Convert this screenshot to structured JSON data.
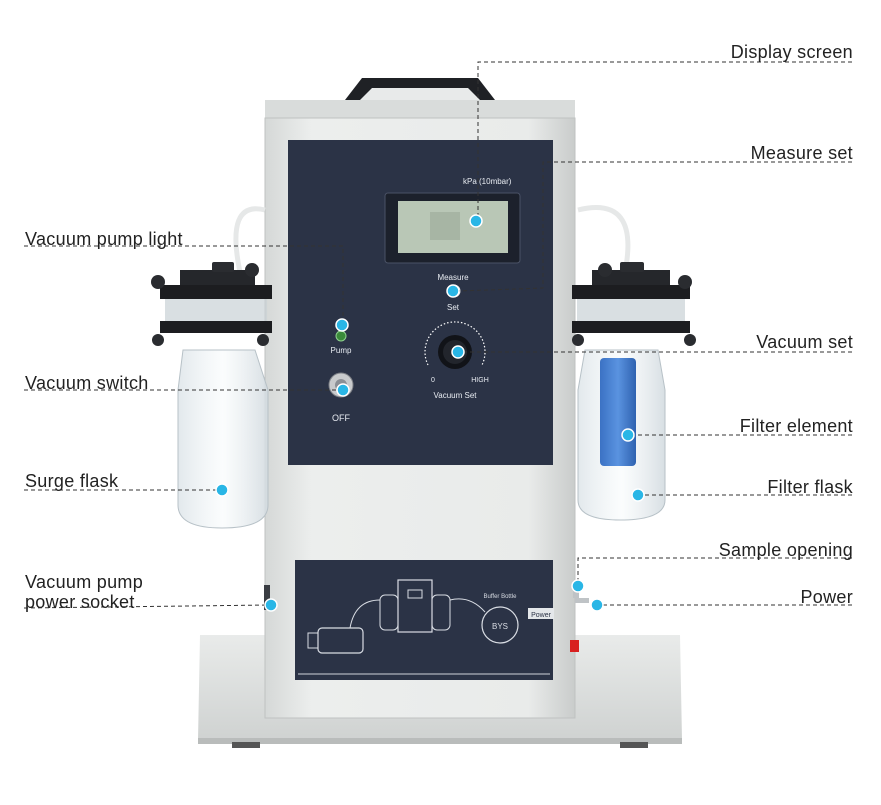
{
  "labels": {
    "display_screen": "Display screen",
    "measure_set": "Measure set",
    "vacuum_pump_light": "Vacuum pump light",
    "vacuum_set": "Vacuum set",
    "vacuum_switch": "Vacuum switch",
    "filter_element": "Filter element",
    "surge_flask": "Surge flask",
    "filter_flask": "Filter flask",
    "sample_opening": "Sample opening",
    "vacuum_pump_power_socket_line1": "Vacuum pump",
    "vacuum_pump_power_socket_line2": "power socket",
    "power": "Power"
  },
  "panel": {
    "display_unit": "kPa (10mbar)",
    "measure_label": "Measure",
    "set_label": "Set",
    "pump_label": "Pump",
    "off_label": "OFF",
    "dial_min": "0",
    "dial_max": "HIGH",
    "vacuum_set_label": "Vacuum Set",
    "schematic_power_tag": "Power",
    "schematic_buffer_label": "Buffer Bottle",
    "schematic_bys_label": "BYS"
  },
  "colors": {
    "marker": "#29b6e6",
    "panel": "#2b3346",
    "housing": "#e4e7e6",
    "lcd": "#b9c7b6"
  }
}
